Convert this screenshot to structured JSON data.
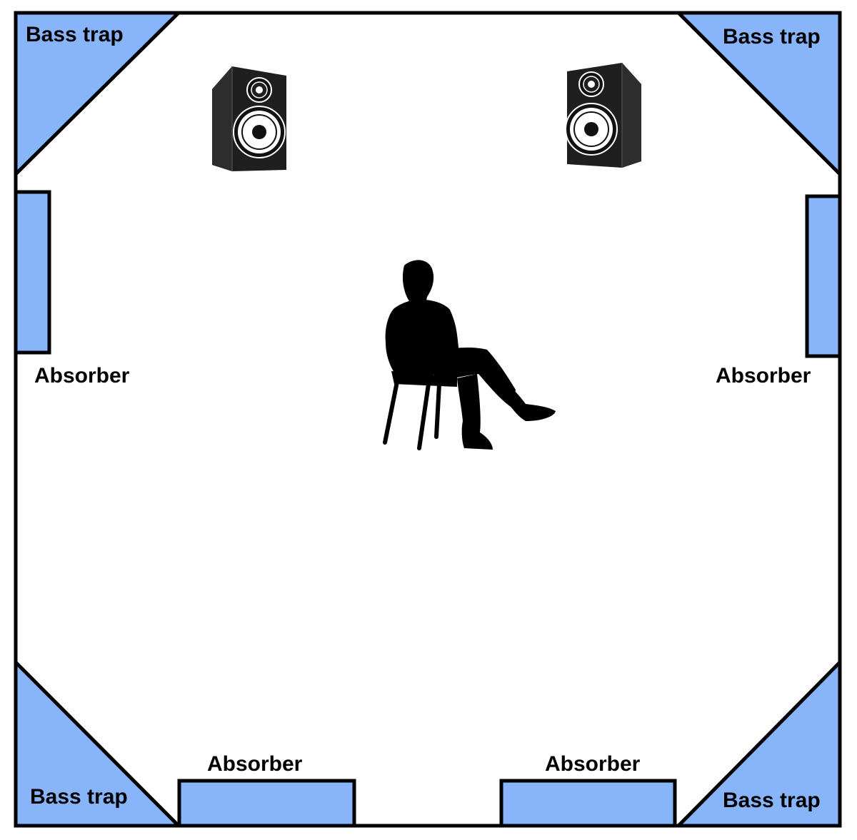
{
  "colors": {
    "panel_fill": "#88b4fa",
    "outline": "#000000",
    "background": "#ffffff",
    "silhouette": "#000000",
    "speaker_body": "#1f1f1f",
    "speaker_cone": "#ffffff"
  },
  "labels": {
    "bass_trap_top_left": "Bass trap",
    "bass_trap_top_right": "Bass trap",
    "bass_trap_bottom_left": "Bass trap",
    "bass_trap_bottom_right": "Bass trap",
    "absorber_left": "Absorber",
    "absorber_right": "Absorber",
    "absorber_bottom_left": "Absorber",
    "absorber_bottom_right": "Absorber"
  },
  "icons": {
    "speaker": "speaker-icon",
    "listener": "seated-person-icon"
  }
}
